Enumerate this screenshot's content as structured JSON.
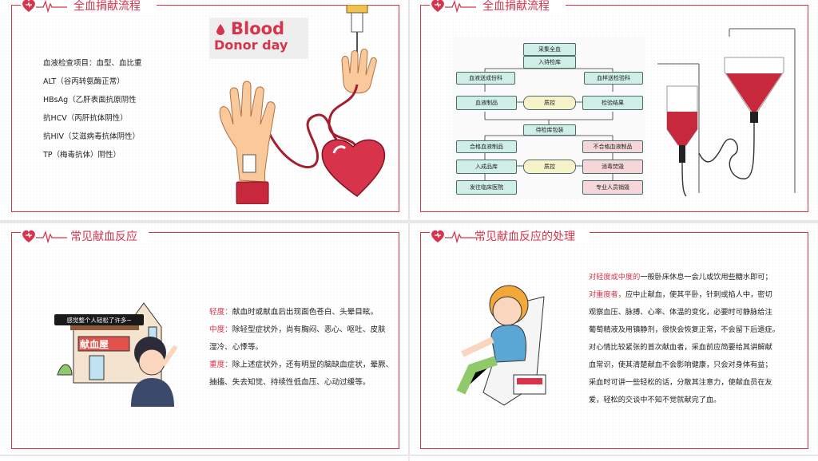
{
  "colors": {
    "accent": "#d7344b",
    "fc_teal": "#cfeee6",
    "fc_pink": "#f6d6d6",
    "fc_yellow": "#f6f3c9"
  },
  "slides": [
    {
      "title": "全血捐献流程",
      "list": [
        "血液检查项目：血型、血比重",
        "ALT（谷丙转氨酶正常）",
        "HBsAg（乙肝表面抗原阴性",
        "抗HCV（丙肝抗体阴性）",
        "抗HIV（艾滋病毒抗体阴性）",
        "TP（梅毒抗体）阴性）"
      ],
      "logo_line1": "Blood",
      "logo_line2": "Donor day"
    },
    {
      "title": "全血捐献流程",
      "flow": {
        "collect": "采集全血",
        "storage_in": "入待检库",
        "blood_to_prep": "血液送成份科",
        "sample_to_test": "血样送检验科",
        "blood_prep": "血液制品",
        "qc": "质控",
        "test_result": "检验结果",
        "pending_pack": "待检库包装",
        "qualified": "合格血液制品",
        "unqualified": "不合格血液制品",
        "to_storage": "入成品库",
        "qc2": "质控",
        "disinfect": "消毒焚毁",
        "dispatch": "发往临床医院",
        "destroy": "专业人员销毁"
      }
    },
    {
      "title": "常见献血反应",
      "bubble": "感觉整个人轻松了许多~",
      "sign": "献血屋",
      "lines": [
        {
          "key": "轻度：",
          "text": "献血时或献血后出现面色苍白、头晕目眩。"
        },
        {
          "key": "中度：",
          "text": "除轻型症状外，尚有胸闷、恶心、呕吐、皮肤"
        },
        {
          "key": "",
          "text": "湿冷、心悸等。"
        },
        {
          "key": "重度：",
          "text": "除上述症状外，还有明显的脑缺血症状，晕厥、"
        },
        {
          "key": "",
          "text": "抽搐、失去知觉、持续性低血压、心动过缓等。"
        }
      ]
    },
    {
      "title": "常见献血反应的处理",
      "lines": [
        {
          "key": "对轻度或中度的",
          "text": "一般卧床休息一会儿或饮用些糖水即可；"
        },
        {
          "key": "对重度者，",
          "text": "应中止献血，使其平卧，针刺或掐人中，密切"
        },
        {
          "key": "",
          "text": "观察血压、脉搏、心率、体温的变化，必要时可静脉给注"
        },
        {
          "key": "",
          "text": "葡萄精液及用镇静剂，很快会恢复正常，不会留下后遗症。"
        },
        {
          "key": "",
          "text": "对心情比较紧张的首次献血者，采血前应简要给其讲解献"
        },
        {
          "key": "",
          "text": "血常识，使其清楚献血不会影响健康，只会对身体有益；"
        },
        {
          "key": "",
          "text": "采血时可讲一些轻松的话，分散其注意力，使献血员在友"
        },
        {
          "key": "",
          "text": "爱，轻松的交谈中不知不觉就献完了血。"
        }
      ]
    }
  ]
}
